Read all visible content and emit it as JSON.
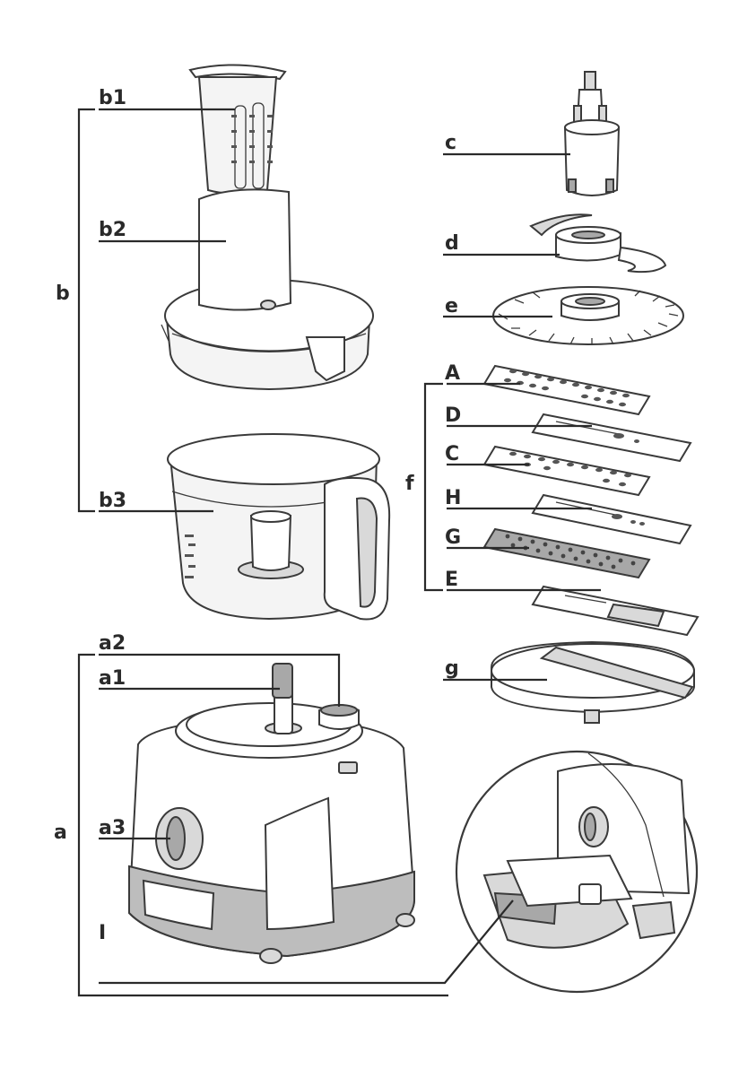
{
  "labels": {
    "b1": "b1",
    "b2": "b2",
    "b": "b",
    "b3": "b3",
    "c": "c",
    "d": "d",
    "e": "e",
    "A": "A",
    "D": "D",
    "C": "C",
    "f": "f",
    "H": "H",
    "G": "G",
    "E": "E",
    "a2": "a2",
    "a1": "a1",
    "g": "g",
    "a": "a",
    "a3": "a3",
    "I": "I"
  },
  "colors": {
    "ink": "#2a2a2a",
    "part_fill": "#f4f4f4",
    "base_band": "#bdbdbd"
  }
}
